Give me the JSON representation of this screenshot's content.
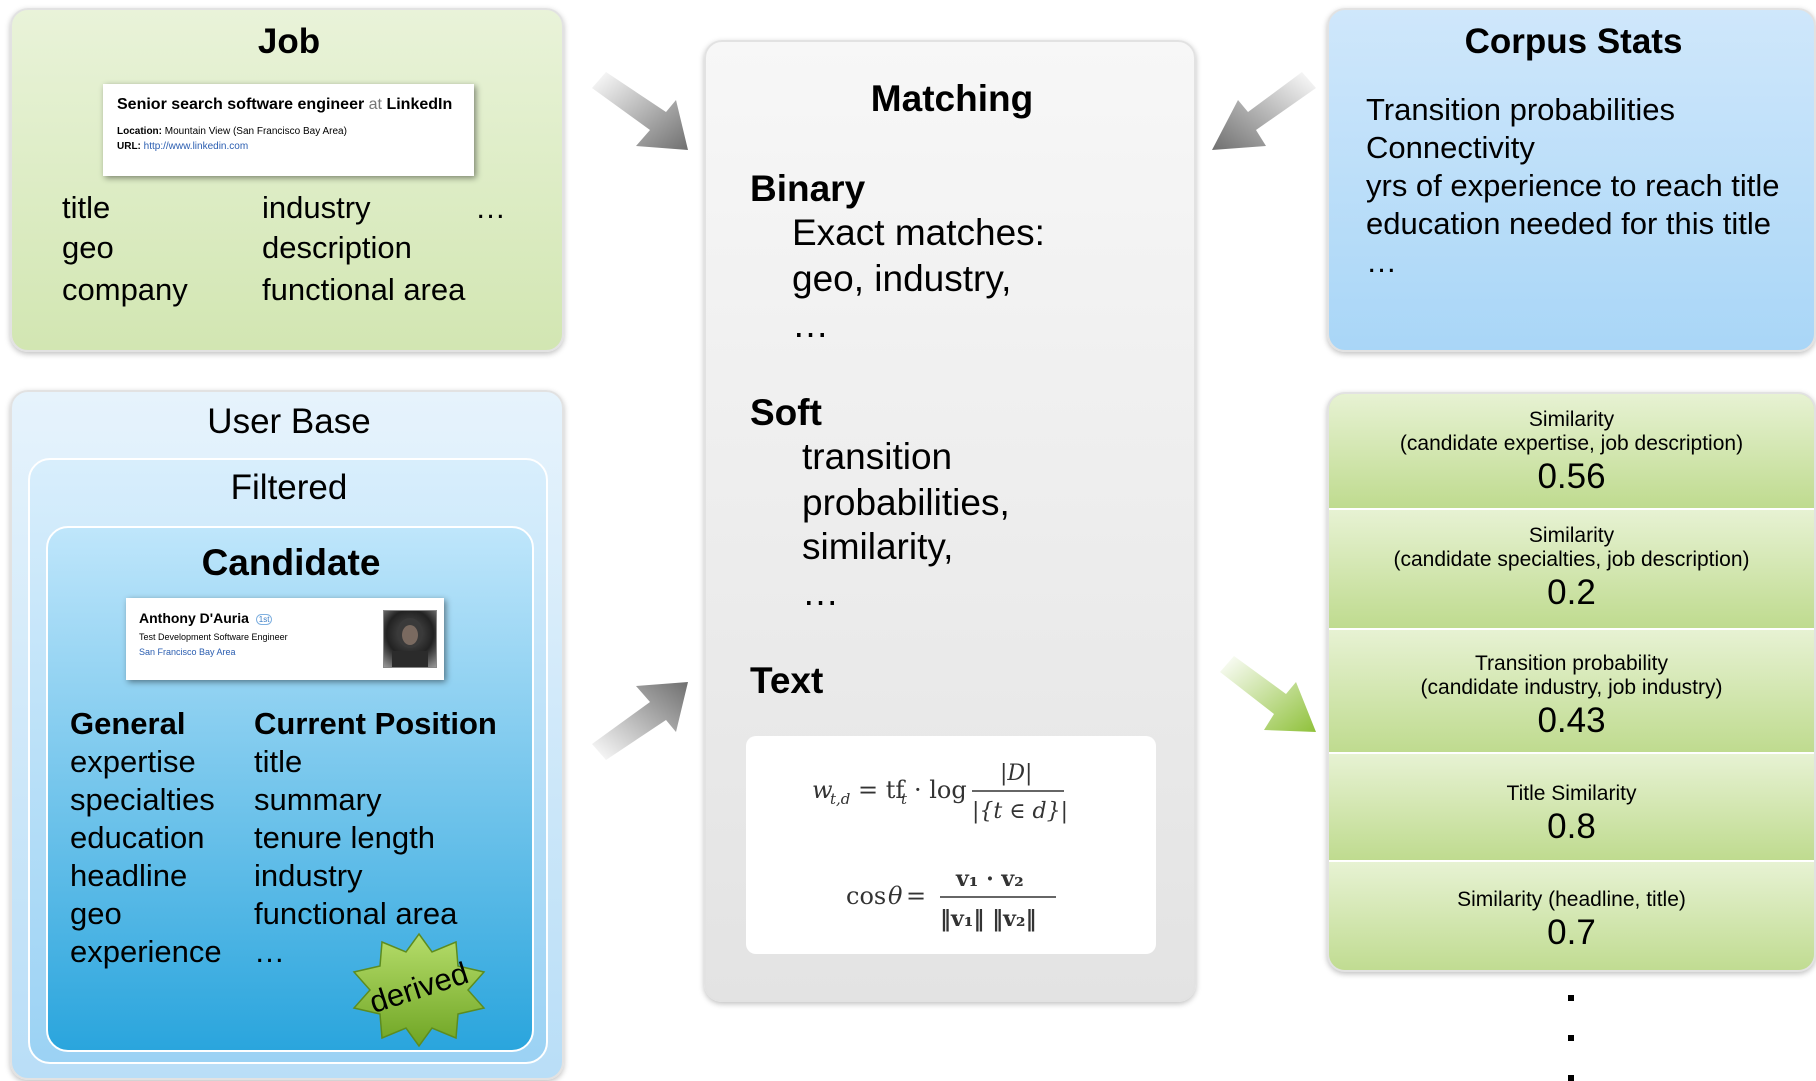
{
  "job": {
    "title": "Job",
    "card": {
      "heading_role": "Senior search software engineer",
      "heading_at": "at",
      "heading_company": "LinkedIn",
      "location_label": "Location:",
      "location_value": "Mountain View (San Francisco Bay Area)",
      "url_label": "URL:",
      "url_value": "http://www.linkedin.com"
    },
    "fields_col1": [
      "title",
      "geo",
      "company"
    ],
    "fields_col2": [
      "industry",
      "description",
      "functional area"
    ],
    "ellipsis": "…"
  },
  "user_base": {
    "title": "User Base",
    "filtered_title": "Filtered",
    "candidate": {
      "title": "Candidate",
      "card": {
        "name": "Anthony D'Auria",
        "degree_badge": "1st",
        "headline": "Test Development Software Engineer",
        "location": "San Francisco Bay Area"
      },
      "general_heading": "General",
      "general_fields": [
        "expertise",
        "specialties",
        "education",
        "headline",
        "geo",
        "experience"
      ],
      "current_heading": "Current Position",
      "current_fields": [
        "title",
        "summary",
        "tenure length",
        "industry",
        "functional area",
        "…"
      ],
      "badge": "derived"
    }
  },
  "matching": {
    "title": "Matching",
    "binary": {
      "heading": "Binary",
      "lines": [
        "Exact matches:",
        "geo, industry,",
        "…"
      ]
    },
    "soft": {
      "heading": "Soft",
      "lines": [
        "transition",
        "probabilities,",
        "similarity,",
        "…"
      ]
    },
    "text": {
      "heading": "Text"
    }
  },
  "corpus_stats": {
    "title": "Corpus Stats",
    "lines": [
      "Transition probabilities",
      "Connectivity",
      "yrs of experience to reach title",
      "education needed for this title",
      "…"
    ]
  },
  "similarities": [
    {
      "label_line1": "Similarity",
      "label_line2": "(candidate expertise, job description)",
      "value": "0.56"
    },
    {
      "label_line1": "Similarity",
      "label_line2": "(candidate specialties, job description)",
      "value": "0.2"
    },
    {
      "label_line1": "Transition probability",
      "label_line2": "(candidate industry, job industry)",
      "value": "0.43"
    },
    {
      "label_line1": "Title Similarity",
      "label_line2": "",
      "value": "0.8"
    },
    {
      "label_line1": "Similarity (headline, title)",
      "label_line2": "",
      "value": "0.7"
    }
  ],
  "colors": {
    "job_panel": "#d2e6b2",
    "corpus_panel": "#a9d6f7",
    "candidate_panel": "#2aa5dd",
    "derived_badge": "#8fc13a",
    "link_blue": "#2a5db0",
    "gray_arrow": "#7f7f7f",
    "green_arrow": "#8fc13a"
  }
}
